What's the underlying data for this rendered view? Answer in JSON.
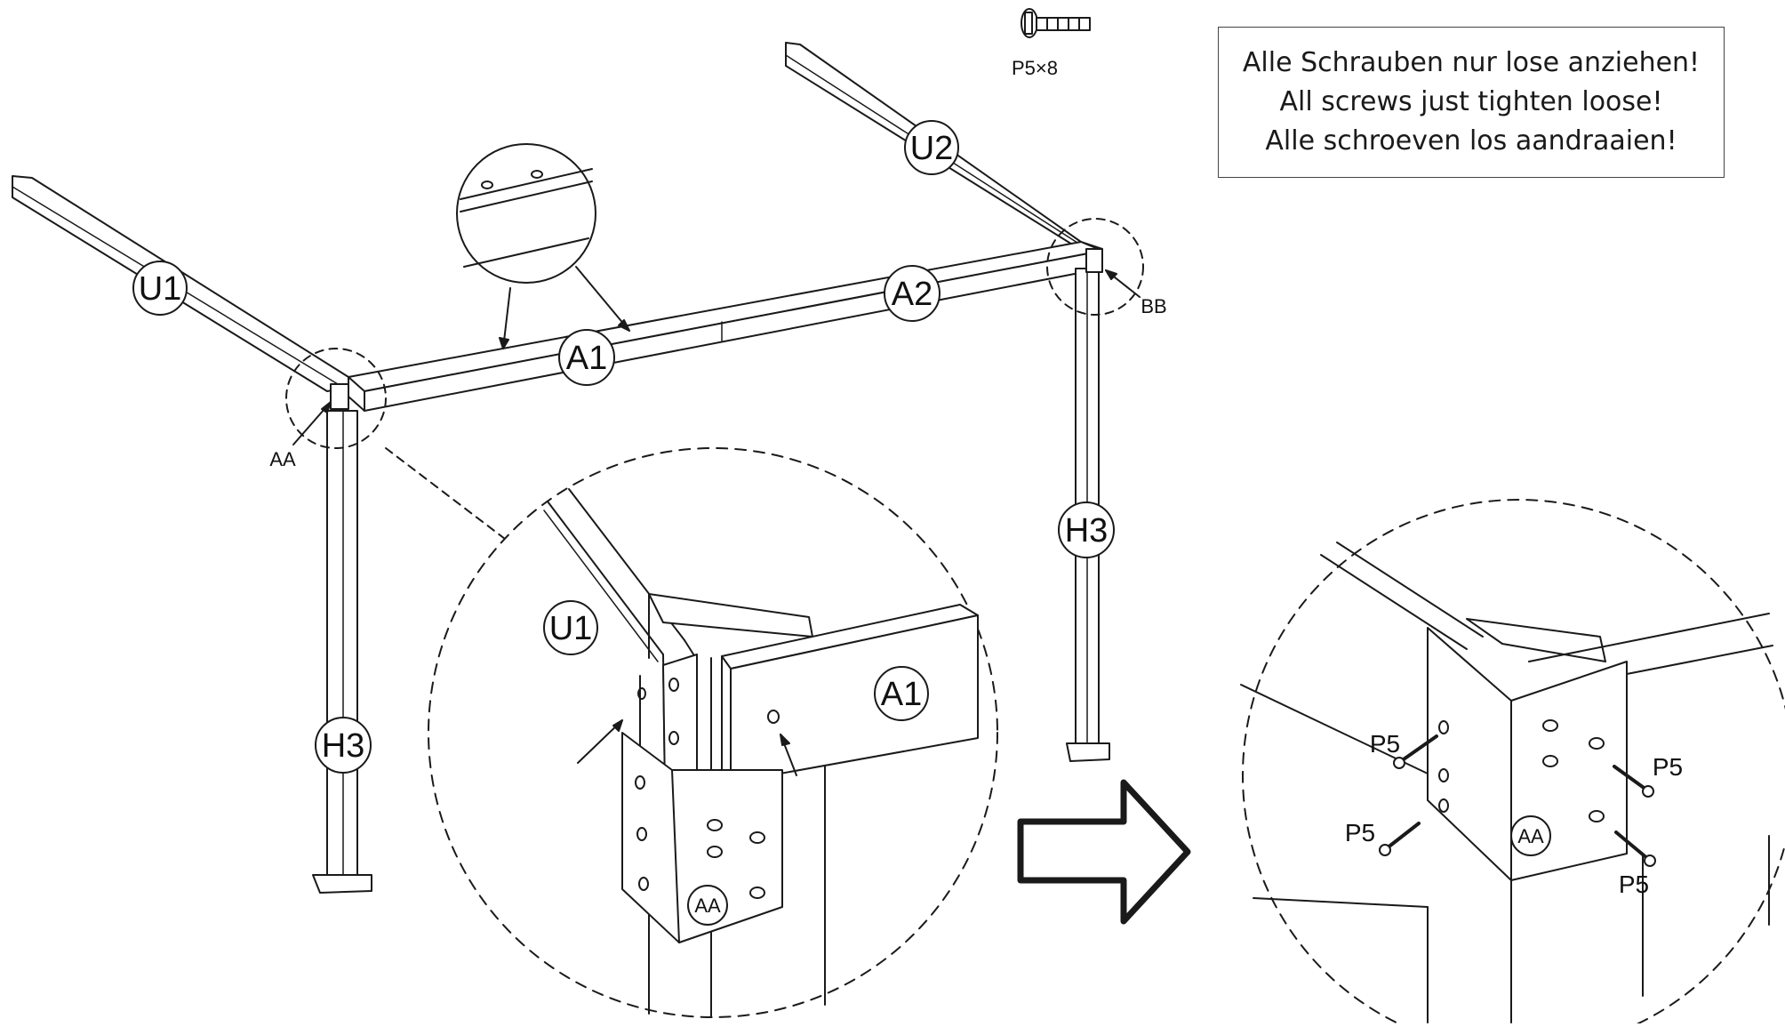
{
  "note": {
    "line_de": "Alle Schrauben nur lose anziehen!",
    "line_en": "All screws just tighten loose!",
    "line_nl": "Alle schroeven los aandraaien!"
  },
  "screw_label": "P5×8",
  "parts": {
    "u1": "U1",
    "u2": "U2",
    "a1": "A1",
    "a2": "A2",
    "h3": "H3",
    "aa": "AA",
    "bb": "BB",
    "p5": "P5"
  },
  "colors": {
    "line": "#1a1a1a",
    "background": "#ffffff"
  }
}
